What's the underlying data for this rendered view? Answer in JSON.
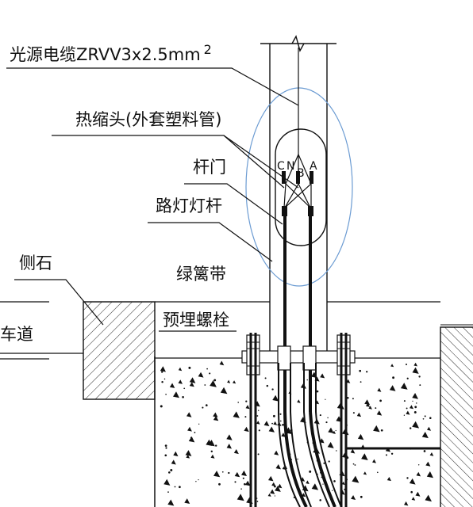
{
  "labels": {
    "cable": "光源电缆ZRVV3x2.5mm",
    "cable_sup": "2",
    "heat_shrink": "热缩头(外套塑料管)",
    "pole_door": "杆门",
    "lamp_pole": "路灯灯杆",
    "curb_stone": "侧石",
    "green_belt": "绿篱带",
    "roadway": "车道",
    "anchor_bolt": "预埋螺栓",
    "phase_c": "C",
    "phase_n": "N",
    "phase_b": "B",
    "phase_a": "A"
  },
  "colors": {
    "ink": "#111111",
    "highlight_ellipse": "#6b9bd2"
  }
}
